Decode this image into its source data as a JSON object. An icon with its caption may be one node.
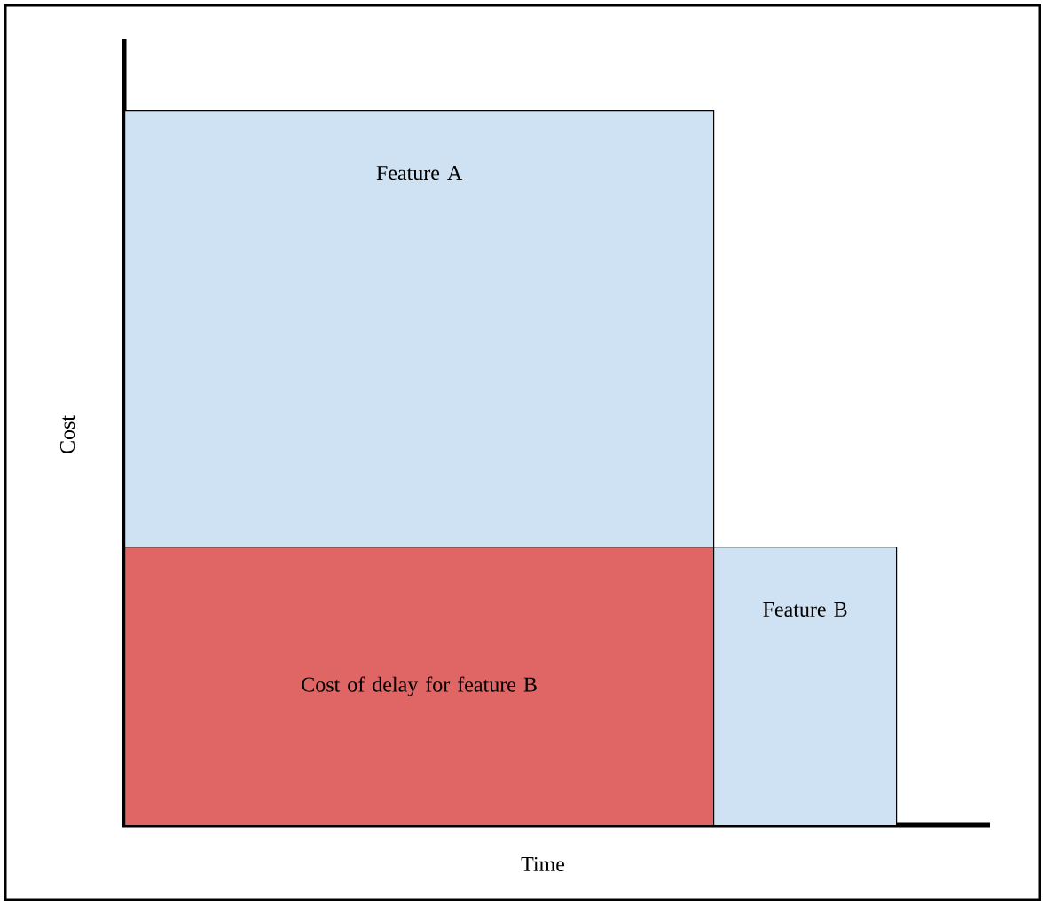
{
  "diagram": {
    "nodes": [
      {
        "text": [
          "Feature A"
        ]
      },
      {
        "text": [
          "Cost of delay for feature B"
        ]
      },
      {
        "text": [
          "Feature B"
        ]
      }
    ],
    "labels": [
      "Cost",
      "Time"
    ]
  }
}
